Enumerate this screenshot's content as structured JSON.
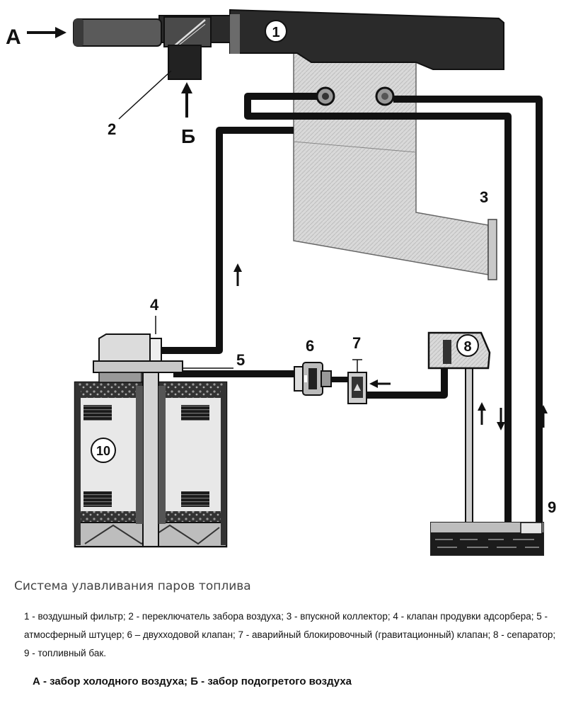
{
  "labels": {
    "A": "А",
    "B": "Б",
    "n1": "1",
    "n2": "2",
    "n3": "3",
    "n4": "4",
    "n5": "5",
    "n6": "6",
    "n7": "7",
    "n8": "8",
    "n9": "9",
    "n10": "10"
  },
  "caption": "Система улавливания паров топлива",
  "legend": "1 - воздушный фильтр; 2 - переключатель забора воздуха; 3 - впускной коллектор; 4 -  клапан продувки адсорбера; 5 - атмосферный штуцер; 6 – двухходовой клапан; 7 -  аварийный блокировочный (гравитационный) клапан;  8 - сепаратор; 9 - топливный бак.",
  "intake": "А - забор холодного воздуха; Б - забор подогретого воздуха"
}
